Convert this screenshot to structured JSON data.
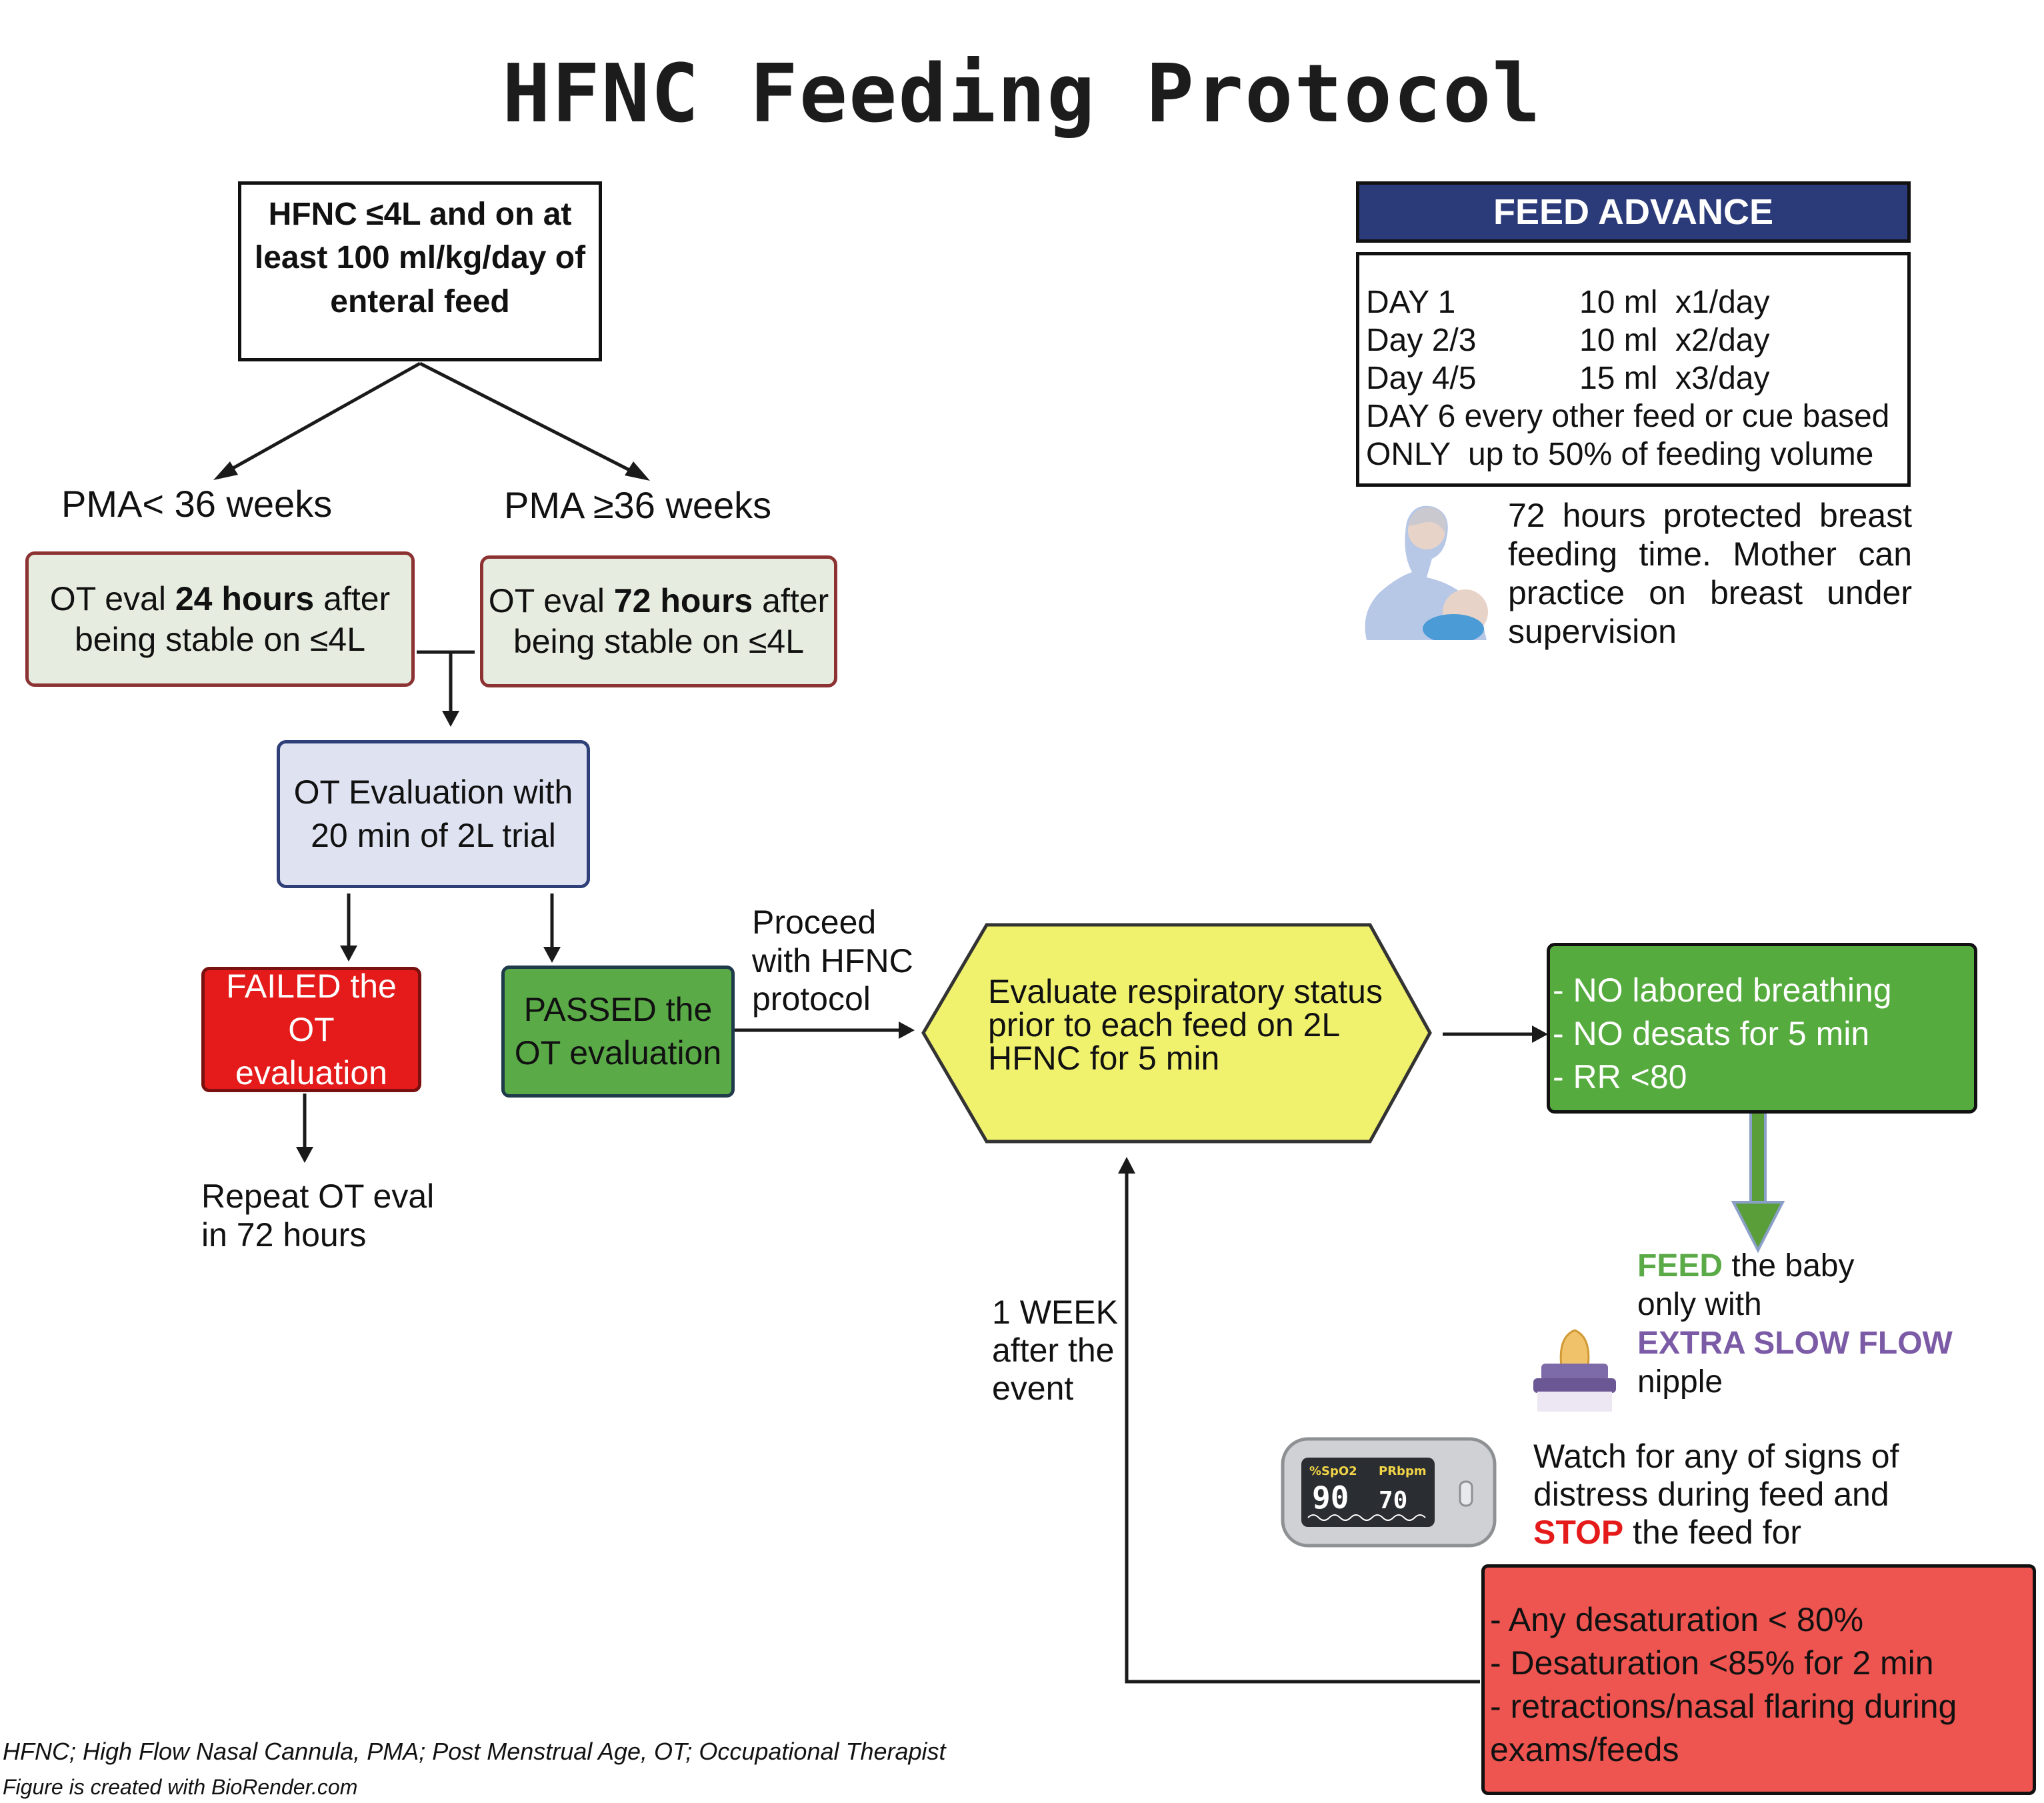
{
  "title": "HFNC Feeding Protocol",
  "start_box": "HFNC ≤4L and on at least 100 ml/kg/day of enteral feed",
  "branch_left": "PMA< 36 weeks",
  "branch_right": "PMA ≥36 weeks",
  "ot_eval_left": {
    "pre": "OT eval ",
    "bold": "24 hours",
    "post": " after being stable on ≤4L"
  },
  "ot_eval_right": {
    "pre": "OT eval ",
    "bold": "72 hours",
    "post": " after being stable on ≤4L"
  },
  "ot_trial": "OT Evaluation with 20 min of 2L trial",
  "failed": "FAILED the OT evaluation",
  "passed": "PASSED the OT evaluation",
  "repeat": "Repeat OT eval in 72 hours",
  "proceed": "Proceed with HFNC protocol",
  "evaluate": "Evaluate respiratory status prior to each feed on 2L HFNC for 5 min",
  "criteria": [
    "- NO labored breathing",
    "- NO desats for 5 min",
    "- RR <80"
  ],
  "feed_advance": {
    "header": "FEED ADVANCE",
    "rows": [
      {
        "day": "DAY 1",
        "amount": "10 ml  x1/day"
      },
      {
        "day": "Day 2/3",
        "amount": "10 ml  x2/day"
      },
      {
        "day": "Day 4/5",
        "amount": "15 ml  x3/day"
      }
    ],
    "line6": "DAY 6 every other feed or cue based",
    "line7": "ONLY  up to 50% of feeding volume"
  },
  "breastfeeding": "72 hours protected breast feeding time. Mother can practice on breast under supervision",
  "feed_instr": {
    "feed": "FEED",
    "line1_rest": " the baby",
    "line2": "only with",
    "slow_flow": "EXTRA SLOW FLOW",
    "line4": "nipple"
  },
  "watch": {
    "line1": "Watch for any of signs of",
    "line2": "distress during feed and",
    "stop": "STOP",
    "line3_rest": " the feed for"
  },
  "stop_criteria": [
    "- Any desaturation < 80%",
    "- Desaturation <85% for 2 min",
    "- retractions/nasal flaring during exams/feeds"
  ],
  "one_week": "1 WEEK after the event",
  "oximeter": {
    "spo2_label": "%SpO2",
    "pr_label": "PRbpm",
    "spo2": "90",
    "pr": "70"
  },
  "footnote1": "HFNC; High Flow Nasal Cannula, PMA; Post Menstrual Age, OT; Occupational Therapist",
  "footnote2": "Figure is created with BioRender.com",
  "colors": {
    "failed": "#e51b1b",
    "passed": "#5aaa47",
    "criteria": "#56ab3e",
    "evaluate": "#f0f26e",
    "feed_header": "#2b3a78",
    "stop_box": "#ee5550",
    "ot_eval_bg": "#e6ede0",
    "ot_eval_border": "#8c3232",
    "trial_bg": "#dfe2f1",
    "trial_border": "#2f3f78",
    "feed_green": "#5aaa47",
    "slow_purple": "#7b5aa6",
    "stop_red": "#e51b1b"
  }
}
